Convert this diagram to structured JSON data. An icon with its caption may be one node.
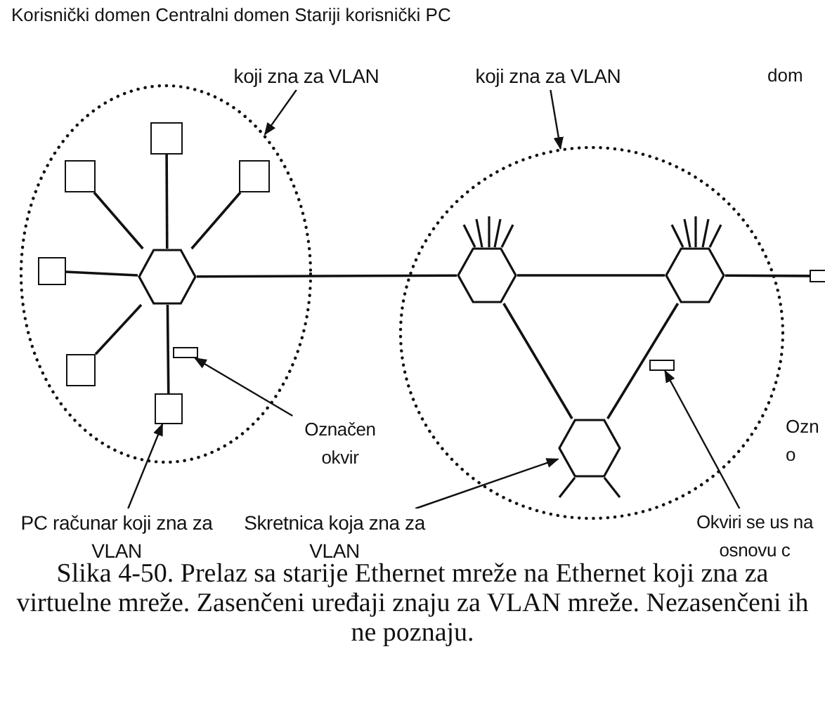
{
  "diagram": {
    "title": "Korisnički domen Centralni domen Stariji korisnički PC",
    "caption": "Slika 4-50. Prelaz sa starije Ethernet mreže na Ethernet koji zna za virtuelne mreže. Zasenčeni uređaji znaju za VLAN mreže. Nezasenčeni ih ne poznaju.",
    "nodes": [
      {
        "text": [],
        "shape": "ellipse"
      },
      {
        "text": [],
        "shape": "hexagon",
        "in": 0
      },
      {
        "text": [],
        "shape": "box",
        "in": 0
      },
      {
        "text": [],
        "shape": "box",
        "in": 0
      },
      {
        "text": [],
        "shape": "box",
        "in": 0
      },
      {
        "text": [],
        "shape": "box",
        "in": 0
      },
      {
        "text": [],
        "shape": "box",
        "in": 0
      },
      {
        "text": [],
        "shape": "box",
        "in": 0
      },
      {
        "text": [],
        "shape": "box",
        "in": 0
      },
      {
        "text": [],
        "shape": "circle"
      },
      {
        "text": [],
        "shape": "hexagon",
        "in": 9
      },
      {
        "text": [],
        "shape": "hexagon",
        "in": 9
      },
      {
        "text": [],
        "shape": "hexagon",
        "in": 9
      },
      {
        "text": [],
        "shape": "box",
        "in": 9
      },
      {
        "text": [],
        "shape": "box"
      },
      {
        "text": [
          "koji zna za VLAN"
        ]
      },
      {
        "text": [
          "koji zna za VLAN"
        ]
      },
      {
        "text": [
          "Označen okvir"
        ]
      },
      {
        "text": [
          "PC računar koji zna za VLAN"
        ]
      },
      {
        "text": [
          "Skretnica koja zna za VLAN"
        ]
      },
      {
        "text": [
          "Okviri se us na osnovu c"
        ]
      }
    ],
    "edges": [
      {
        "from": 1,
        "to": 2,
        "arrow": "none"
      },
      {
        "from": 1,
        "to": 3,
        "arrow": "none"
      },
      {
        "from": 1,
        "to": 4,
        "arrow": "none"
      },
      {
        "from": 1,
        "to": 5,
        "arrow": "none"
      },
      {
        "from": 1,
        "to": 6,
        "arrow": "none"
      },
      {
        "from": 1,
        "to": 7,
        "arrow": "none"
      },
      {
        "from": 1,
        "to": 10,
        "arrow": "none"
      },
      {
        "from": 10,
        "to": 11,
        "arrow": "none"
      },
      {
        "from": 10,
        "to": 12,
        "arrow": "none"
      },
      {
        "from": 11,
        "to": 12,
        "arrow": "none"
      },
      {
        "from": 11,
        "to": 14,
        "arrow": "none"
      },
      {
        "from": 15,
        "to": 0,
        "arrow": "to"
      },
      {
        "from": 16,
        "to": 9,
        "arrow": "to"
      },
      {
        "from": 17,
        "to": 8,
        "arrow": "to"
      },
      {
        "from": 18,
        "to": 7,
        "arrow": "to"
      },
      {
        "from": 19,
        "to": 12,
        "arrow": "to"
      },
      {
        "from": 20,
        "to": 13,
        "arrow": "to"
      }
    ],
    "labels": [
      "dom",
      "Ozn o"
    ]
  }
}
